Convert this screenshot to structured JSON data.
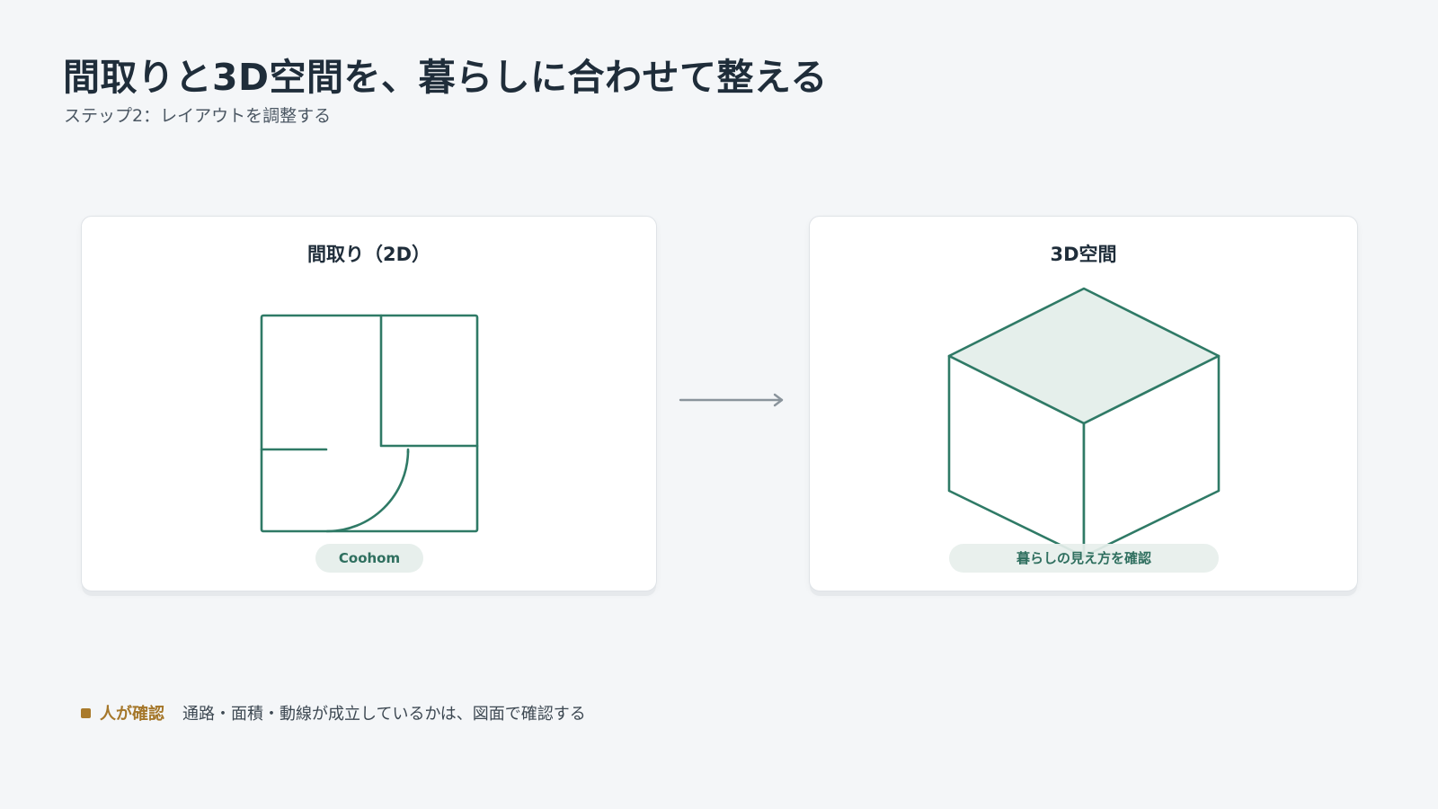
{
  "header": {
    "title": "間取りと3D空間を、暮らしに合わせて整える",
    "subtitle": "ステップ2：レイアウトを調整する"
  },
  "left_card": {
    "title": "間取り（2D）",
    "pill": "Coohom",
    "icon": "floor-plan-icon"
  },
  "right_card": {
    "title": "3D空間",
    "pill": "暮らしの見え方を確認",
    "icon": "cube-icon"
  },
  "connector": {
    "icon": "arrow-right-icon"
  },
  "note": {
    "label": "人が確認",
    "text": "通路・面積・動線が成立しているかは、図面で確認する"
  },
  "colors": {
    "background": "#f4f6f8",
    "accent_green": "#2f7a66",
    "cube_top_fill": "#e5efeb",
    "note_accent": "#a5772a",
    "arrow": "#8a949c"
  }
}
